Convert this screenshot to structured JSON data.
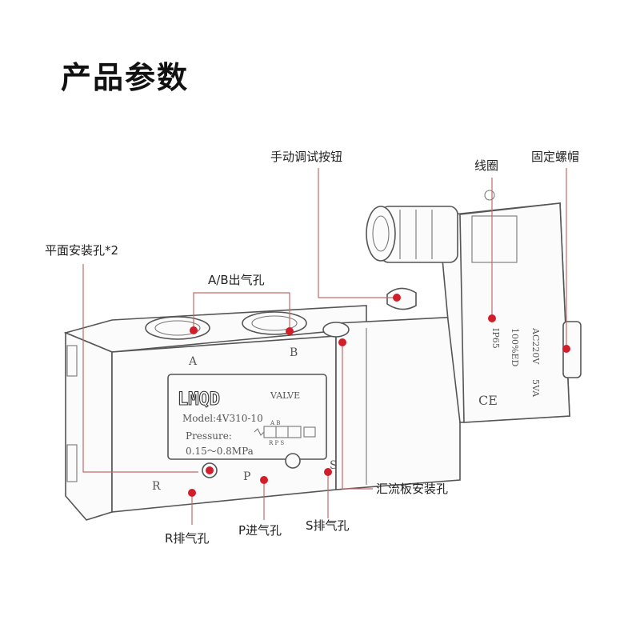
{
  "title": "产品参数",
  "callouts": {
    "manual_button": "手动调试按钮",
    "coil": "线圈",
    "fixing_cap": "固定螺帽",
    "mounting_holes": "平面安装孔*2",
    "ab_outlet": "A/B出气孔",
    "manifold_holes": "汇流板安装孔",
    "r_exhaust": "R排气孔",
    "p_inlet": "P进气孔",
    "s_exhaust": "S排气孔"
  },
  "valve": {
    "brand": "LMQD",
    "valve_word": "VALVE",
    "model": "Model:4V310-10",
    "pressure_label": "Pressure:",
    "pressure_value": "0.15～0.8MPa",
    "port_a": "A",
    "port_b": "B",
    "port_r": "R",
    "port_p": "P",
    "port_s": "S",
    "symbol_ab": "A B",
    "symbol_rps": "R P S"
  },
  "coil": {
    "voltage": "AC220V",
    "power": "5VA",
    "duty": "100%ED",
    "ip": "IP65",
    "ce": "CE"
  },
  "colors": {
    "dot": "#d21e2a",
    "leader": "#c56a6a"
  }
}
